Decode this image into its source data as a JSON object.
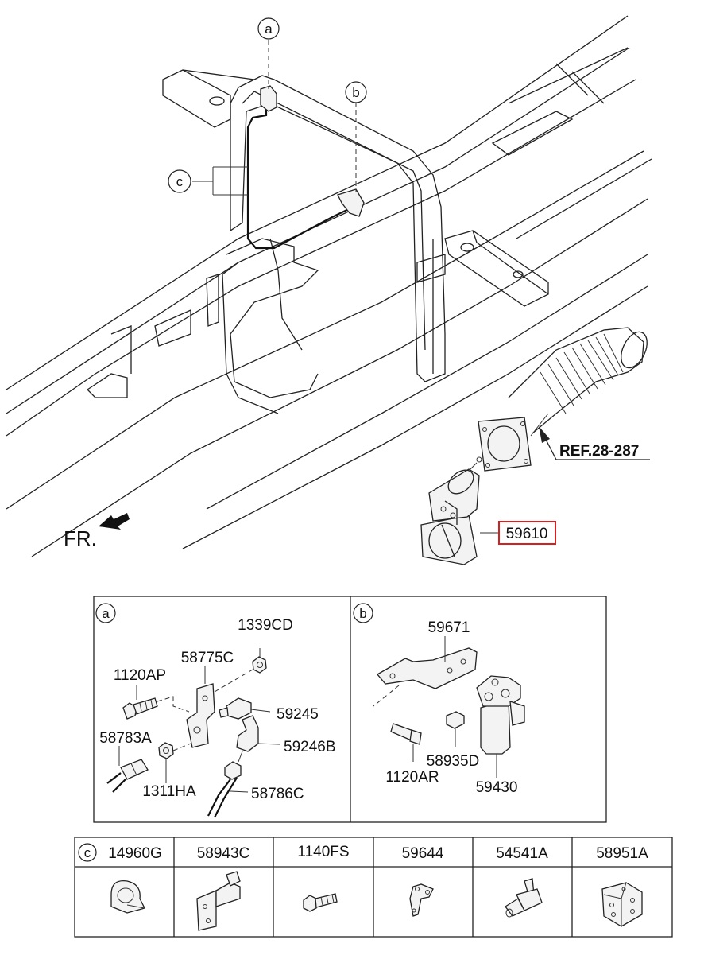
{
  "callouts": {
    "a": "a",
    "b": "b",
    "c": "c"
  },
  "ref_label": "REF.28-287",
  "highlight_part": {
    "number": "59610",
    "color": "#d62020"
  },
  "front_label": "FR.",
  "detail_a": {
    "tag": "a",
    "parts": [
      "1339CD",
      "58775C",
      "1120AP",
      "59245",
      "58783A",
      "59246B",
      "1311HA",
      "58786C"
    ]
  },
  "detail_b": {
    "tag": "b",
    "parts": [
      "59671",
      "58935D",
      "1120AR",
      "59430"
    ]
  },
  "detail_c": {
    "tag": "c",
    "columns": [
      "14960G",
      "58943C",
      "1140FS",
      "59644",
      "54541A",
      "58951A"
    ]
  }
}
